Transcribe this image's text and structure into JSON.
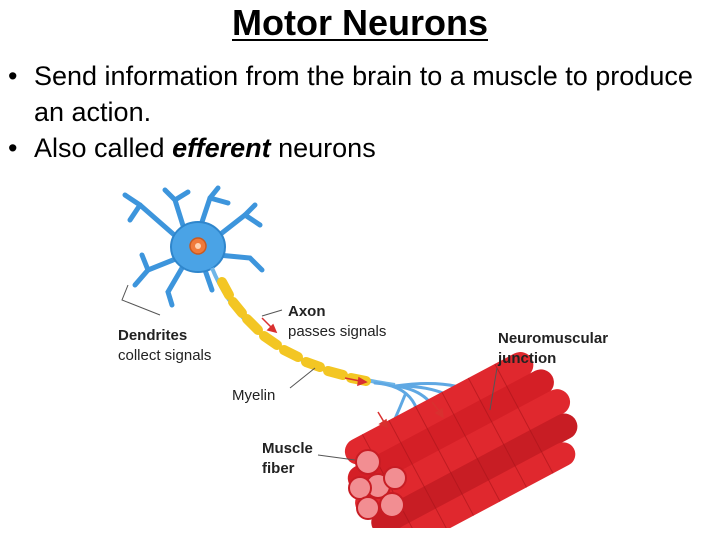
{
  "slide": {
    "title": "Motor Neurons",
    "bullet1": "Send information from the brain to a muscle to produce an action.",
    "bullet2_pre": "Also called ",
    "bullet2_em": "efferent",
    "bullet2_post": " neurons"
  },
  "figure": {
    "axon_title": "Axon",
    "axon_sub": "passes signals",
    "dendrites_title": "Dendrites",
    "dendrites_sub": "collect signals",
    "nmj_line1": "Neuromuscular",
    "nmj_line2": "junction",
    "myelin": "Myelin",
    "muscle_line1": "Muscle",
    "muscle_line2": "fiber"
  },
  "colors": {
    "cell_body": "#4aa3e6",
    "nucleus": "#f07a3a",
    "myelin": "#f3c623",
    "muscle": "#e0282e",
    "arrow": "#d9302f"
  }
}
